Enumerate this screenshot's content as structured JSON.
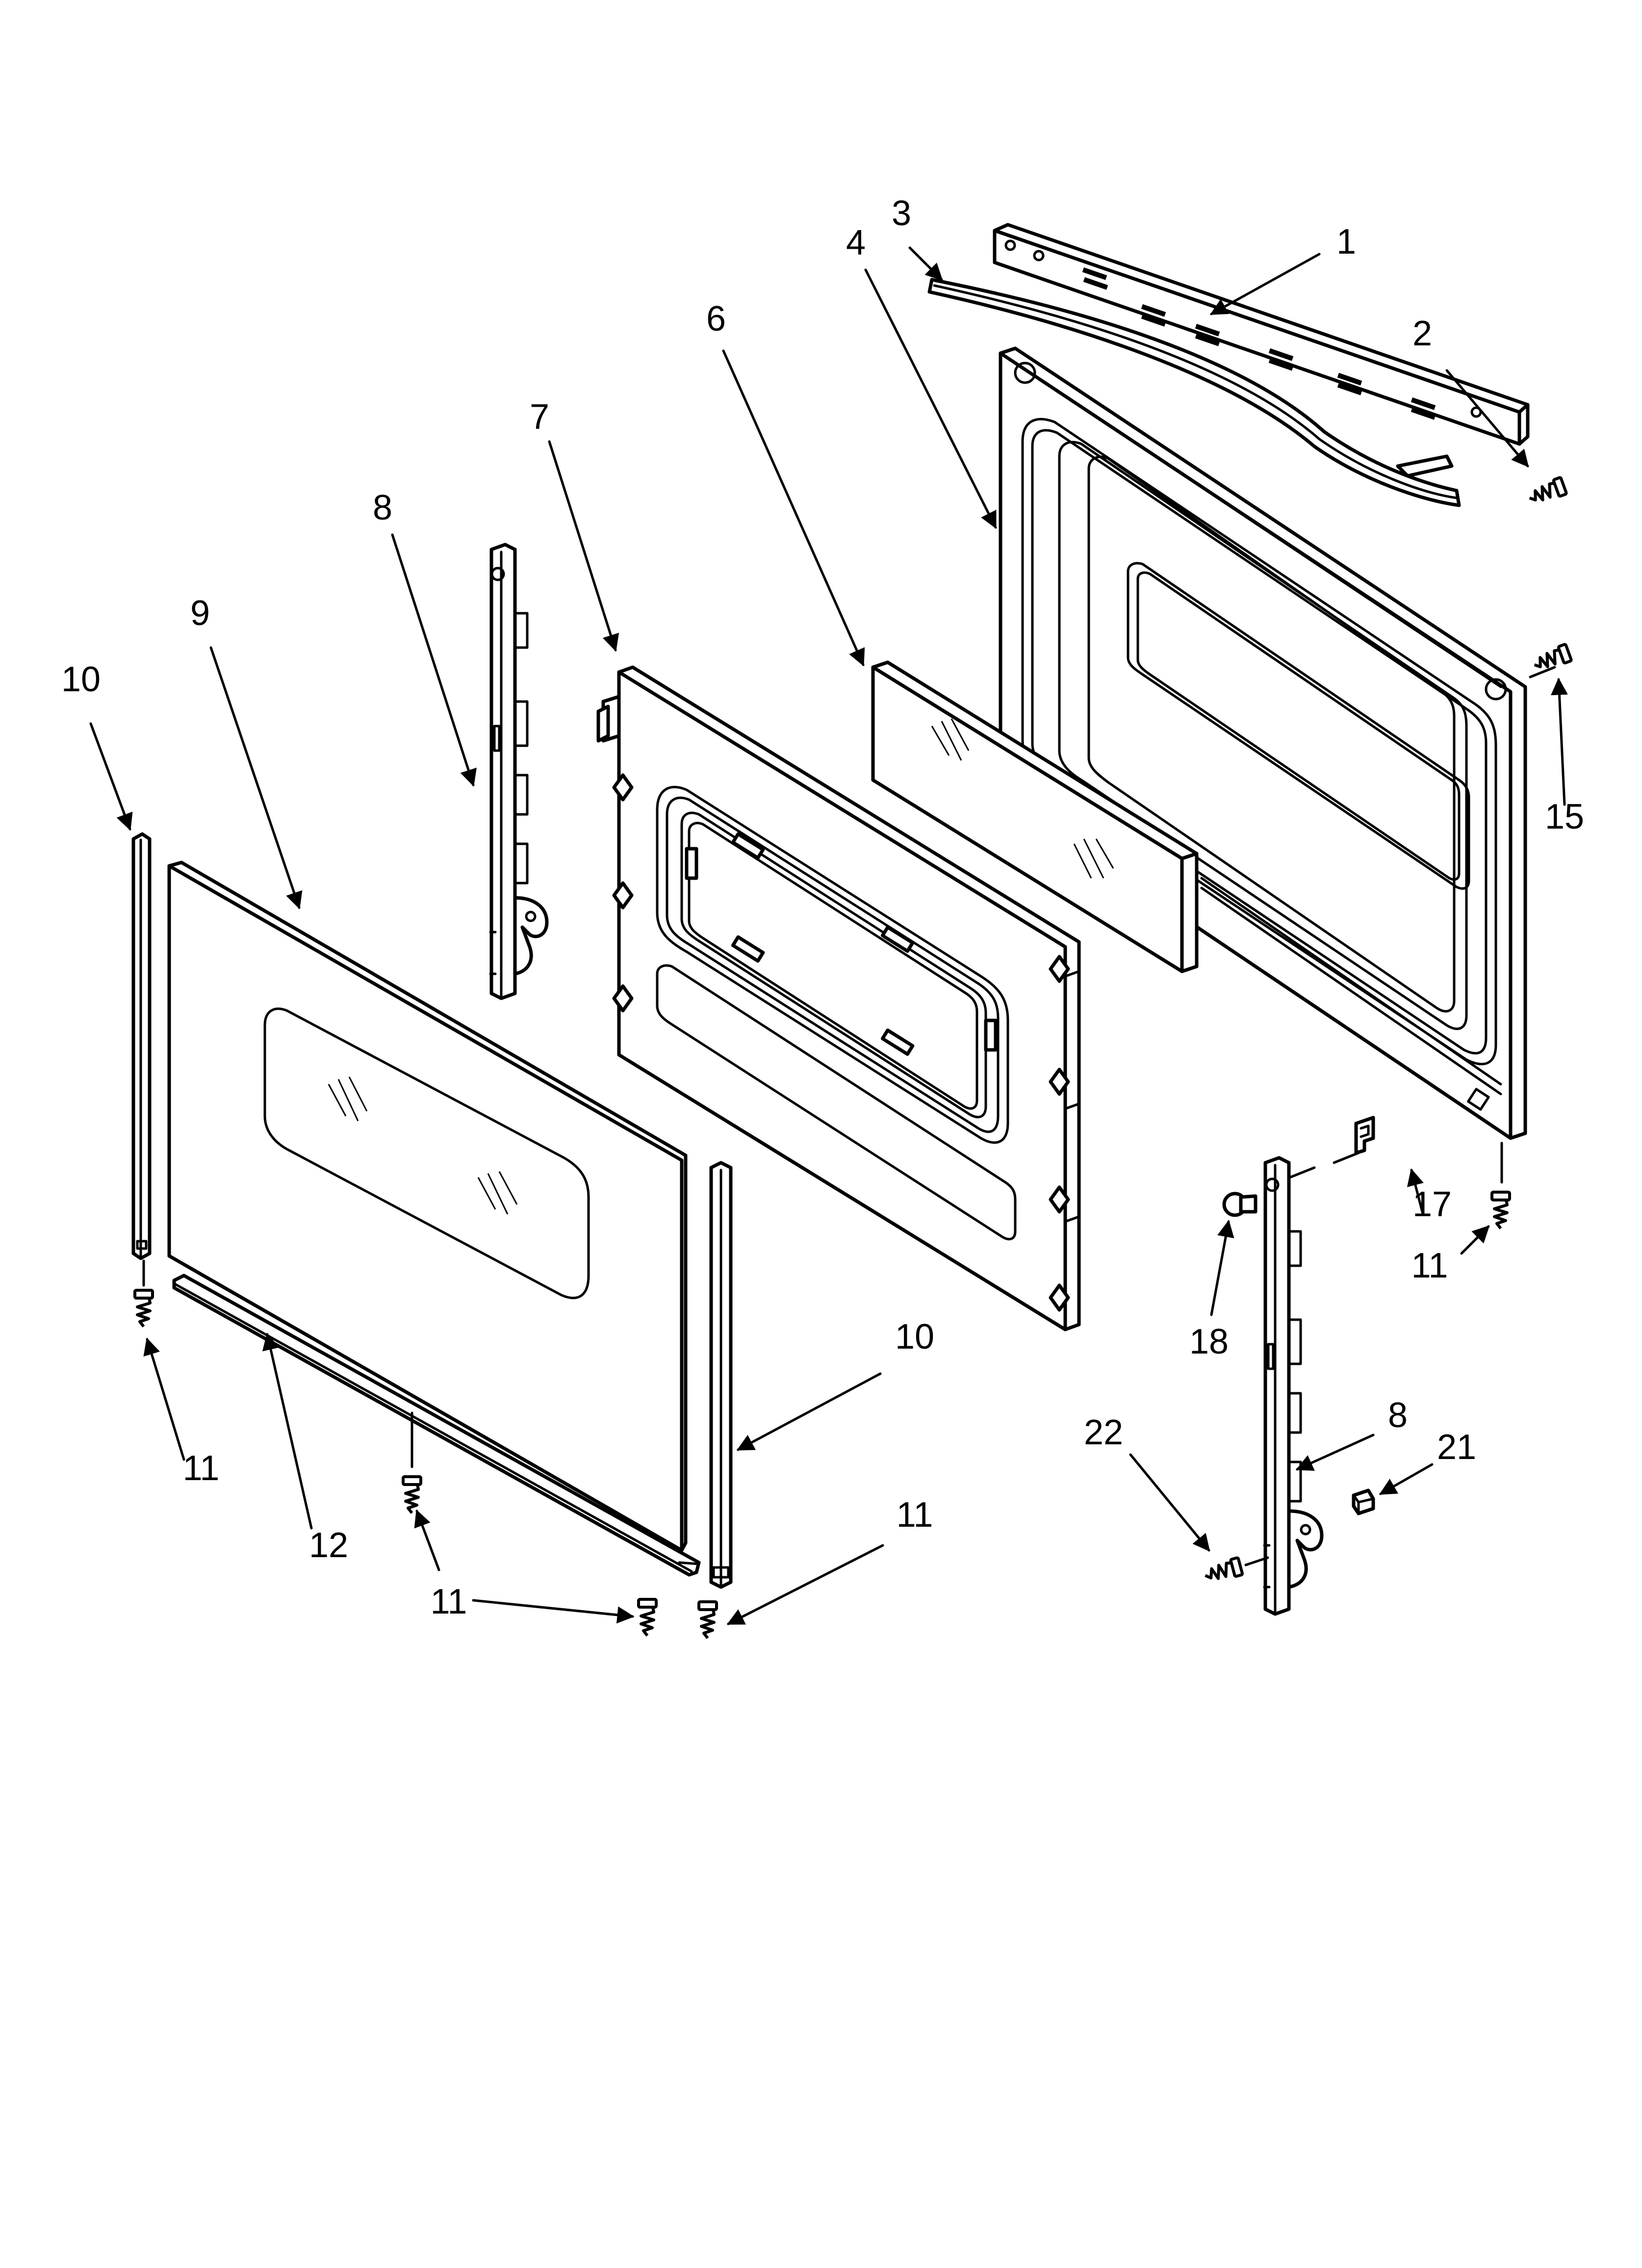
{
  "callouts": {
    "c1": "1",
    "c2": "2",
    "c3": "3",
    "c4": "4",
    "c6": "6",
    "c7": "7",
    "c8_upper": "8",
    "c8_lower": "8",
    "c9": "9",
    "c10_left": "10",
    "c10_right": "10",
    "c11_left": "11",
    "c11_center": "11",
    "c11_right": "11",
    "c11_hinge": "11",
    "c12": "12",
    "c15": "15",
    "c17": "17",
    "c18": "18",
    "c21": "21",
    "c22": "22"
  }
}
